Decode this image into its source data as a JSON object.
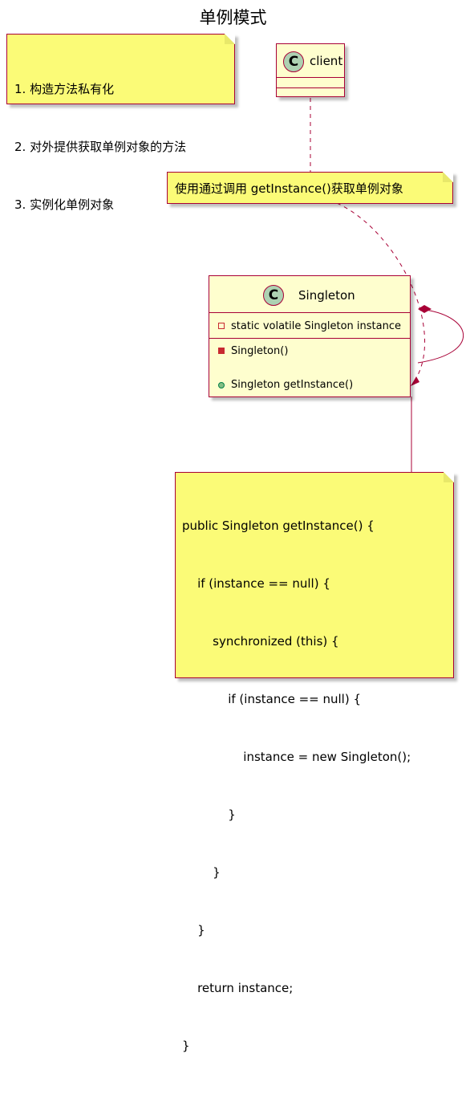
{
  "title": "单例模式",
  "notes": {
    "principles": [
      "1. 构造方法私有化",
      "2. 对外提供获取单例对象的方法",
      "3. 实例化单例对象"
    ],
    "client_usage": "使用通过调用 getInstance()获取单例对象",
    "code": [
      "public Singleton getInstance() {",
      "    if (instance == null) {",
      "        synchronized (this) {",
      "            if (instance == null) {",
      "                instance = new Singleton();",
      "            }",
      "        }",
      "    }",
      "    return instance;",
      "}"
    ]
  },
  "classes": {
    "client": {
      "stereotype": "C",
      "name": "client"
    },
    "singleton": {
      "stereotype": "C",
      "name": "Singleton",
      "field": "static volatile Singleton instance",
      "constructor": "Singleton()",
      "method": "Singleton getInstance()"
    }
  },
  "colors": {
    "note_fill": "#FBFB77",
    "class_fill": "#FEFECE",
    "border": "#A80036",
    "badge": "#ADD1B2",
    "private_method": "#C82930",
    "public_method": "#84BE84"
  }
}
